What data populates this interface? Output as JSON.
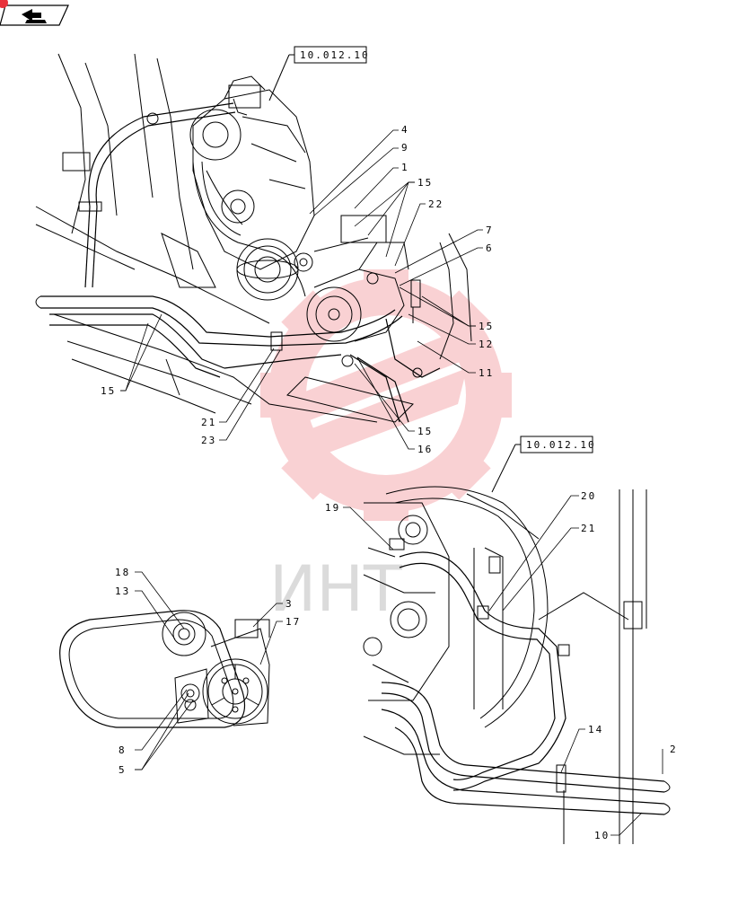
{
  "reference_boxes": {
    "top": "10.012.10",
    "bottom": "10.012.10"
  },
  "watermark": "ИНТ",
  "callouts": {
    "c4": "4",
    "c9": "9",
    "c1": "1",
    "c15a": "15",
    "c22": "22",
    "c7": "7",
    "c6": "6",
    "c15b": "15",
    "c12": "12",
    "c11": "11",
    "c15c": "15",
    "c21a": "21",
    "c23": "23",
    "c15d": "15",
    "c16": "16",
    "c18": "18",
    "c13": "13",
    "c3": "3",
    "c17": "17",
    "c8": "8",
    "c5": "5",
    "c19": "19",
    "c20": "20",
    "c21b": "21",
    "c14": "14",
    "c2": "2",
    "c10": "10"
  },
  "colors": {
    "line": "#000000",
    "watermark": "#e8323c",
    "nav_badge": "#e8323c"
  },
  "icons": {
    "nav": "back-arrow-icon",
    "badge": "indicator-dot-icon"
  }
}
